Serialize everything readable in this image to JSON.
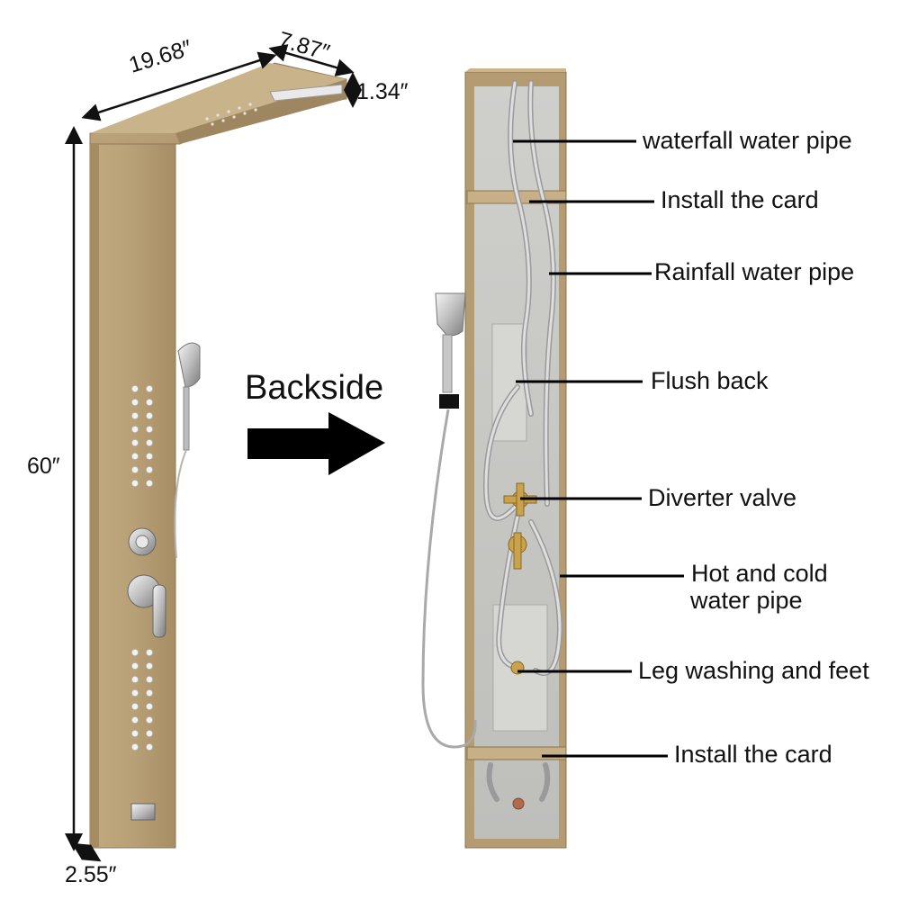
{
  "dimensions": {
    "width": "19.68″",
    "depth": "7.87″",
    "thickness": "1.34″",
    "height": "60″",
    "panel_depth": "2.55″"
  },
  "backside_label": "Backside",
  "callouts": [
    {
      "text": "waterfall water pipe"
    },
    {
      "text": "Install the card"
    },
    {
      "text": "Rainfall water pipe"
    },
    {
      "text": "Flush back"
    },
    {
      "text": "Diverter valve"
    },
    {
      "text": "Hot and cold",
      "text2": "water pipe"
    },
    {
      "text": "Leg washing and feet"
    },
    {
      "text": "Install the card"
    }
  ],
  "colors": {
    "panel_gold": "#b39a72",
    "panel_shadow": "#8f7a58",
    "interior": "#c9c9c6",
    "pipe": "#d9d9d9",
    "arrow": "#000000"
  }
}
